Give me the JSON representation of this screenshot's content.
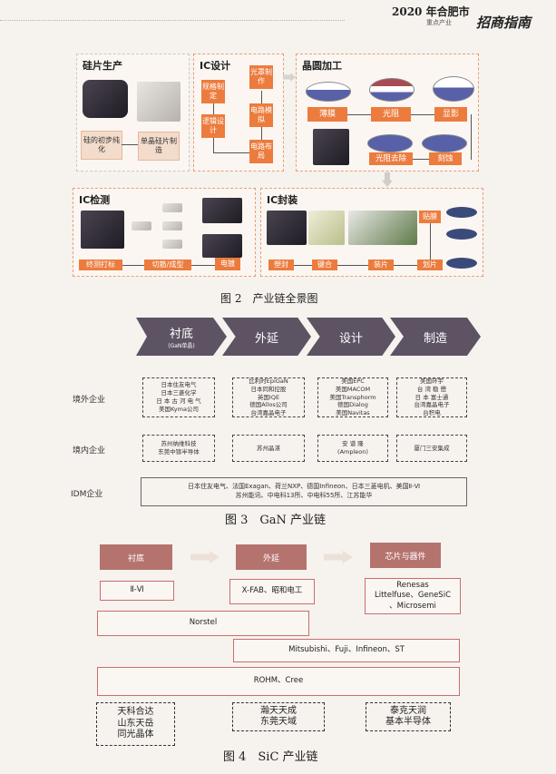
{
  "header": {
    "title": "2020 年合肥市",
    "subtitle": "重点产业",
    "brand": "招商指南"
  },
  "figure2": {
    "caption": "图 2　产业链全景图",
    "panels": {
      "wafer_production": {
        "title": "硅片生产",
        "steps": [
          "硅的初步纯化",
          "单晶硅片制造"
        ]
      },
      "ic_design": {
        "title": "IC设计",
        "steps": [
          "规格制定",
          "逻辑设计",
          "电路布局",
          "电路模拟",
          "光罩制作"
        ]
      },
      "wafer_processing": {
        "title": "晶圆加工",
        "steps": [
          "薄膜",
          "光阻",
          "显影",
          "刻蚀",
          "光阻去除"
        ]
      },
      "ic_testing": {
        "title": "IC检测",
        "steps": [
          "电镀",
          "切筋/成型",
          "终测打标"
        ]
      },
      "ic_packaging": {
        "title": "IC封装",
        "steps": [
          "贴膜",
          "划片",
          "装片",
          "键合",
          "塑封"
        ]
      }
    }
  },
  "figure3": {
    "caption": "图 3　GaN 产业链",
    "stages": [
      {
        "label": "衬底",
        "sub": "(GaN单晶)"
      },
      {
        "label": "外延",
        "sub": ""
      },
      {
        "label": "设计",
        "sub": ""
      },
      {
        "label": "制造",
        "sub": ""
      }
    ],
    "rows": [
      {
        "label": "境外企业",
        "cells": [
          [
            "日本住友电气",
            "日本三菱化学",
            "日 本 古 河 电 气",
            "美国Kyma公司"
          ],
          [
            "比利时EpiGaN",
            "日本同和控股",
            "英国IQE",
            "德国Allos公司",
            "台湾嘉晶电子"
          ],
          [
            "美国EPC",
            "美国MACOM",
            "美国Transphorm",
            "德国Dialog",
            "美国Navitas"
          ],
          [
            "美国环宇",
            "台 湾 稳 懋",
            "日 本 富士通",
            "台湾嘉晶电子",
            "台积电"
          ]
        ]
      },
      {
        "label": "境内企业",
        "cells": [
          [
            "苏州纳维科技",
            "东莞中镓半导体"
          ],
          [
            "苏州晶湛"
          ],
          [
            "安 谱 隆",
            "(Ampleon)"
          ],
          [
            "厦门三安集成"
          ]
        ]
      }
    ],
    "idm": {
      "label": "IDM企业",
      "lines": [
        "日本住友电气、法国Exagan、荷兰NXP、德国Infineon、日本三菱电机、美国Ⅱ-Ⅵ",
        "苏州能讯、中电科13所、中电科55所、江苏能华"
      ]
    }
  },
  "figure4": {
    "caption": "图 4　SiC 产业链",
    "stages": [
      "衬底",
      "外延",
      "芯片与器件"
    ],
    "boxes": {
      "substrate": "Ⅱ-Ⅵ",
      "epitaxy": "X-FAB、昭和电工",
      "devices": [
        "Renesas",
        "Littelfuse、GeneSiC",
        "、Microsemi"
      ],
      "norstel": "Norstel",
      "mitsubishi": "Mitsubishi、Fuji、Infineon、ST",
      "rohm": "ROHM、Cree"
    },
    "domestic": [
      [
        "天科合达",
        "山东天岳",
        "同光晶体"
      ],
      [
        "瀚天天成",
        "东莞天域"
      ],
      [
        "泰克天润",
        "基本半导体"
      ]
    ]
  }
}
